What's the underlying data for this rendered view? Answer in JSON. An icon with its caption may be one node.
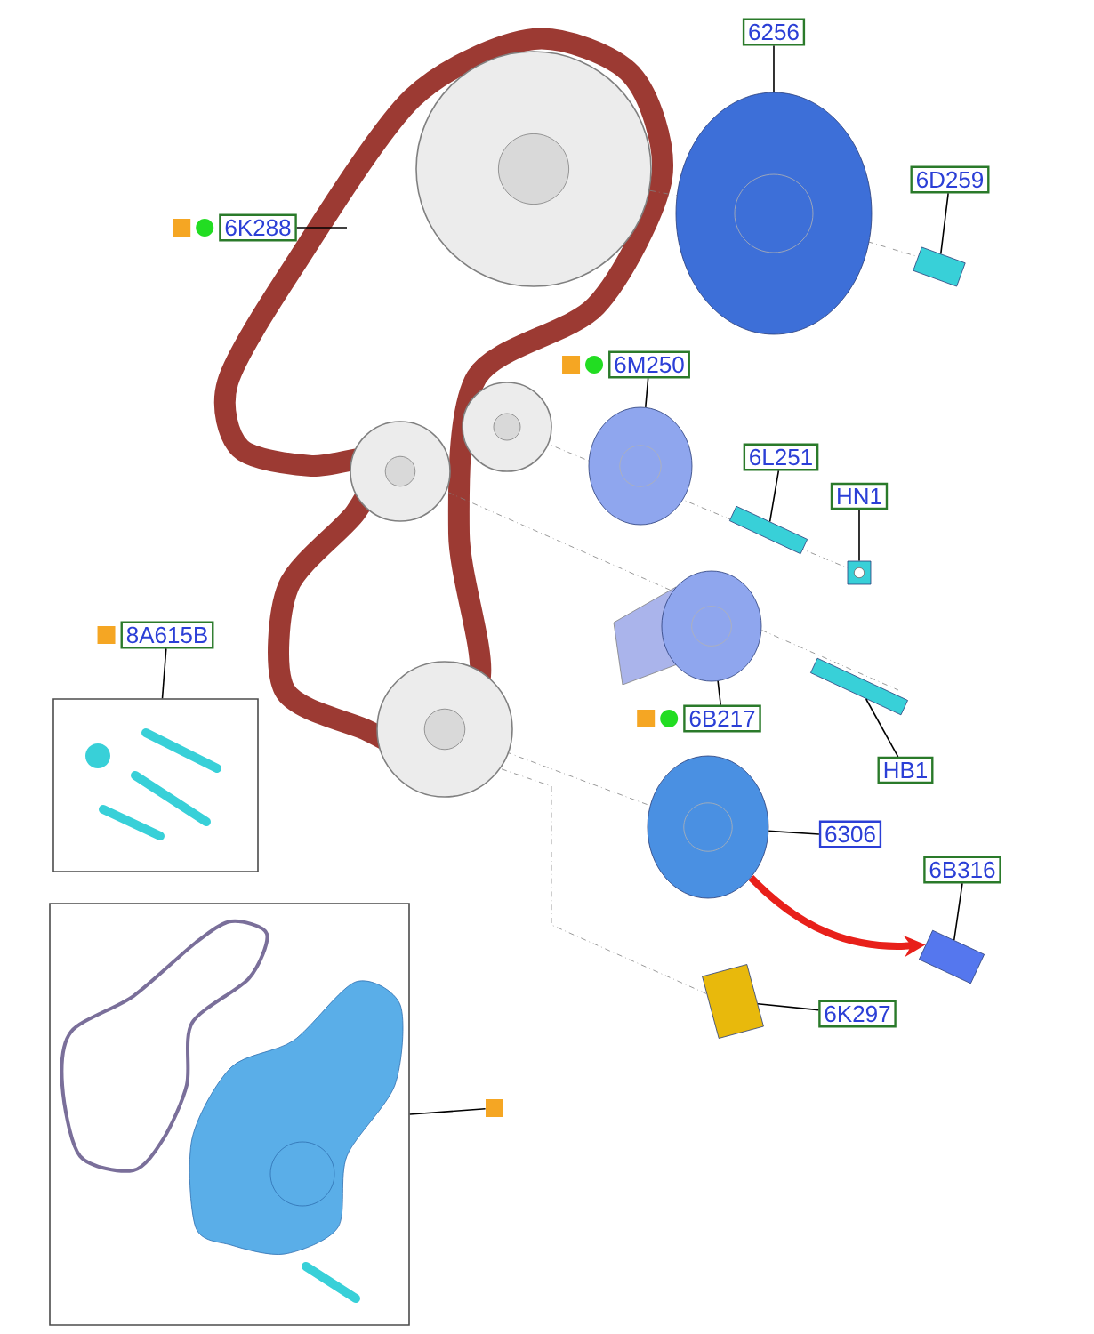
{
  "diagram": {
    "nodes": [
      {
        "text": [
          "6256"
        ]
      },
      {
        "text": [],
        "shape": "picture"
      },
      {
        "text": [
          "6D259"
        ]
      },
      {
        "text": [],
        "shape": "picture"
      },
      {
        "text": [
          "6K288"
        ]
      },
      {
        "text": [
          "6M250"
        ]
      },
      {
        "text": [],
        "shape": "picture"
      },
      {
        "text": [
          "6L251"
        ]
      },
      {
        "text": [],
        "shape": "picture"
      },
      {
        "text": [
          "HN1"
        ]
      },
      {
        "text": [],
        "shape": "picture"
      },
      {
        "text": [
          "8A615B"
        ]
      },
      {
        "text": [],
        "shape": "box"
      },
      {
        "text": [
          "6B217"
        ]
      },
      {
        "text": [],
        "shape": "picture"
      },
      {
        "text": [
          "HB1"
        ]
      },
      {
        "text": [],
        "shape": "picture"
      },
      {
        "text": [
          "6306"
        ]
      },
      {
        "text": [],
        "shape": "picture"
      },
      {
        "text": [
          "6B316"
        ]
      },
      {
        "text": [],
        "shape": "picture"
      },
      {
        "text": [
          "6K297"
        ]
      },
      {
        "text": [],
        "shape": "picture"
      },
      {
        "text": [],
        "shape": "box"
      },
      {
        "text": [],
        "shape": "box"
      }
    ],
    "edges": [
      {
        "from": 0,
        "to": 1,
        "arrow": "none"
      },
      {
        "from": 2,
        "to": 3,
        "arrow": "none"
      },
      {
        "from": 4,
        "to": null,
        "arrow": "none"
      },
      {
        "from": 5,
        "to": 6,
        "arrow": "none"
      },
      {
        "from": 7,
        "to": 8,
        "arrow": "none"
      },
      {
        "from": 9,
        "to": 10,
        "arrow": "none"
      },
      {
        "from": 11,
        "to": 12,
        "arrow": "none"
      },
      {
        "from": 13,
        "to": 14,
        "arrow": "none"
      },
      {
        "from": 15,
        "to": 16,
        "arrow": "none"
      },
      {
        "from": 17,
        "to": 18,
        "arrow": "none"
      },
      {
        "from": 19,
        "to": 20,
        "arrow": "none"
      },
      {
        "from": 21,
        "to": 22,
        "arrow": "none"
      },
      {
        "from": 23,
        "to": 24,
        "arrow": "none"
      },
      {
        "from": 18,
        "to": 20,
        "arrow": "to",
        "style": "thick",
        "color": "#e8201a"
      }
    ]
  }
}
